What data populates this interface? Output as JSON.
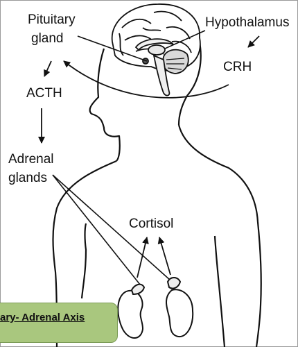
{
  "labels": {
    "pituitary_line1": "Pituitary",
    "pituitary_line2": "gland",
    "hypothalamus": "Hypothalamus",
    "crh": "CRH",
    "acth": "ACTH",
    "adrenal_line1": "Adrenal",
    "adrenal_line2": "glands",
    "cortisol": "Cortisol"
  },
  "banner": {
    "text": "ary- Adrenal Axis",
    "color": "#a9c77e"
  }
}
